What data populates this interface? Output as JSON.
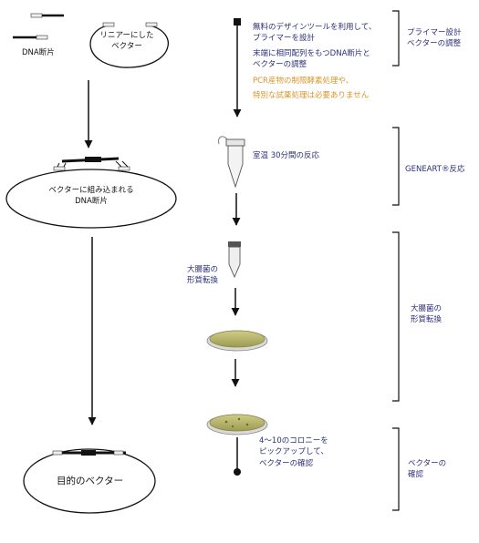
{
  "left": {
    "dna_fragment_label": "DNA断片",
    "linearized_vector_label": "リニアーにした\nベクター",
    "insertion_label": "ベクターに組み込まれる\nDNA断片",
    "final_vector_label": "目的のベクター"
  },
  "middle": {
    "step1_lines": [
      "無料のデザインツールを利用して、",
      "プライマーを設計",
      "末端に相同配列をもつDNA断片と",
      "ベクターの調整"
    ],
    "step1_note_lines": [
      "PCR産物の制限酵素処理や、",
      "特別な試薬処理は必要ありません"
    ],
    "step2_label": "室温 30分間の反応",
    "step3_label": "大腸菌の\n形質転換",
    "step4_label": "4～10のコロニーを\nピックアップして、\nベクターの確認"
  },
  "right": {
    "stage1": "プライマー設計\nベクターの調整",
    "stage2": "GENEART®反応",
    "stage3": "大腸菌の\n形質転換",
    "stage4": "ベクターの\n確認"
  },
  "colors": {
    "navy": "#2b2f7a",
    "orange": "#d8952a",
    "plate_fill": "#b8b46a"
  }
}
